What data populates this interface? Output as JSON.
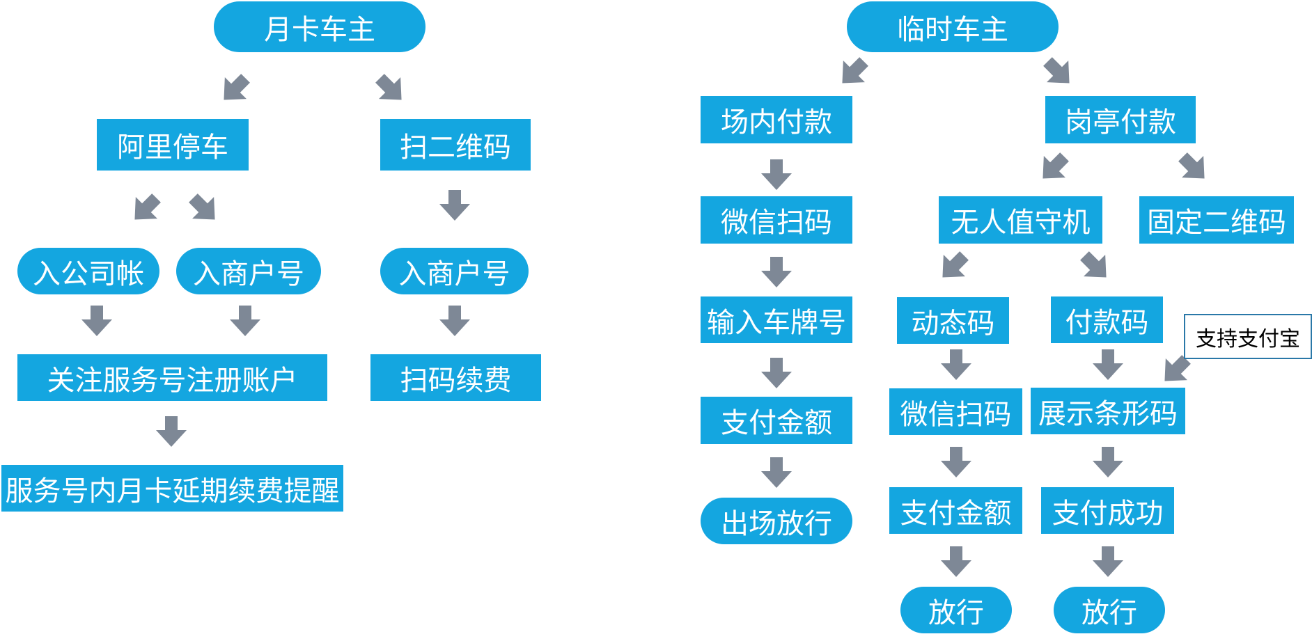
{
  "colors": {
    "box_fill": "#14A6E0",
    "box_text": "#FFFFFF",
    "arrow": "#7E8896",
    "note_border": "#2A78A8"
  },
  "monthly": {
    "root": "月卡车主",
    "ali_parking": "阿里停车",
    "scan_qr": "扫二维码",
    "company_account": "入公司帐",
    "merchant_no_a": "入商户号",
    "merchant_no_b": "入商户号",
    "follow_register": "关注服务号注册账户",
    "scan_renew": "扫码续费",
    "renew_reminder": "服务号内月卡延期续费提醒"
  },
  "temporary": {
    "root": "临时车主",
    "in_lot_pay": "场内付款",
    "booth_pay": "岗亭付款",
    "wechat_scan_a": "微信扫码",
    "unattended_machine": "无人值守机",
    "fixed_qr": "固定二维码",
    "enter_plate": "输入车牌号",
    "dynamic_code": "动态码",
    "payment_code": "付款码",
    "alipay_note": "支持支付宝",
    "pay_amount_a": "支付金额",
    "wechat_scan_b": "微信扫码",
    "show_barcode": "展示条形码",
    "exit_release": "出场放行",
    "pay_amount_b": "支付金额",
    "pay_success": "支付成功",
    "release_a": "放行",
    "release_b": "放行"
  }
}
